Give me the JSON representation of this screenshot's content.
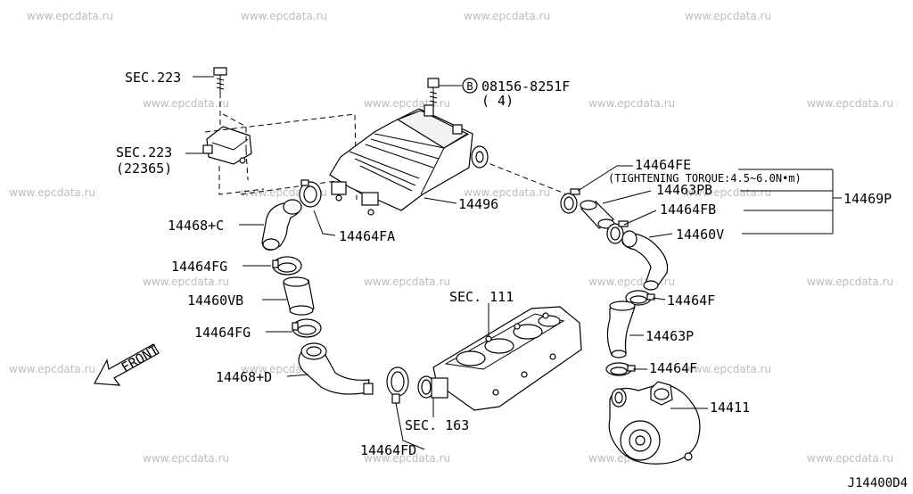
{
  "watermark": "www.epcdata.ru",
  "diagram_code": "J14400D4",
  "front_label": "FRONT",
  "bolt_circle_letter": "B",
  "labels": {
    "sec223_top": "SEC.223",
    "sec223_mid": "SEC.223",
    "sec223_sub": "(22365)",
    "bolt_part": "08156-8251F",
    "bolt_qty": "( 4)",
    "p14496": "14496",
    "p14468c": "14468+C",
    "p14464fa": "14464FA",
    "p14464fg_top": "14464FG",
    "p14460vb": "14460VB",
    "p14464fg_bot": "14464FG",
    "p14468d": "14468+D",
    "p14464fd": "14464FD",
    "sec111": "SEC. 111",
    "sec163": "SEC. 163",
    "p14464fe": "14464FE",
    "torque": "(TIGHTENING TORQUE:4.5~6.0N•m)",
    "p14463pb": "14463PB",
    "p14464fb": "14464FB",
    "p14460v": "14460V",
    "p14469p": "14469P",
    "p14464f_1": "14464F",
    "p14463p": "14463P",
    "p14464f_2": "14464F",
    "p14411": "14411"
  }
}
